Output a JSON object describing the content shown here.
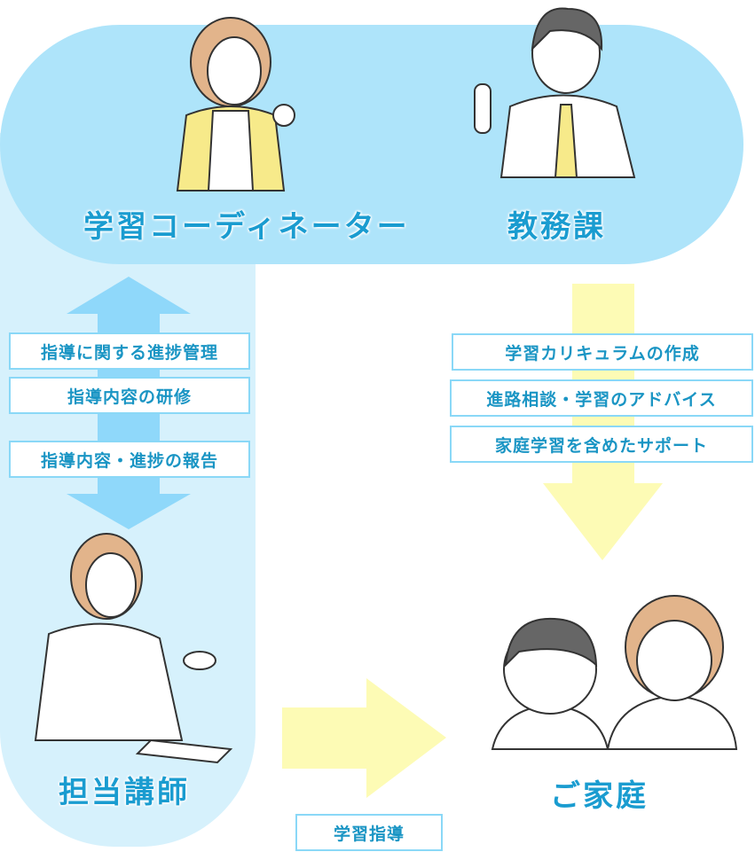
{
  "roles": {
    "coordinator": "学習コーディネーター",
    "academic_affairs": "教務課",
    "tutor": "担当講師",
    "family": "ご家庭"
  },
  "left_labels": [
    "指導に関する進捗管理",
    "指導内容の研修",
    "指導内容・進捗の報告"
  ],
  "right_labels": [
    "学習カリキュラムの作成",
    "進路相談・学習のアドバイス",
    "家庭学習を含めたサポート"
  ],
  "bottom_label": "学習指導",
  "colors": {
    "band": "#aee4fa",
    "column": "#d6f1fc",
    "blue_arrow": "#8fd8fa",
    "yellow_arrow": "#fdfbb5",
    "text": "#1a9cd0"
  }
}
